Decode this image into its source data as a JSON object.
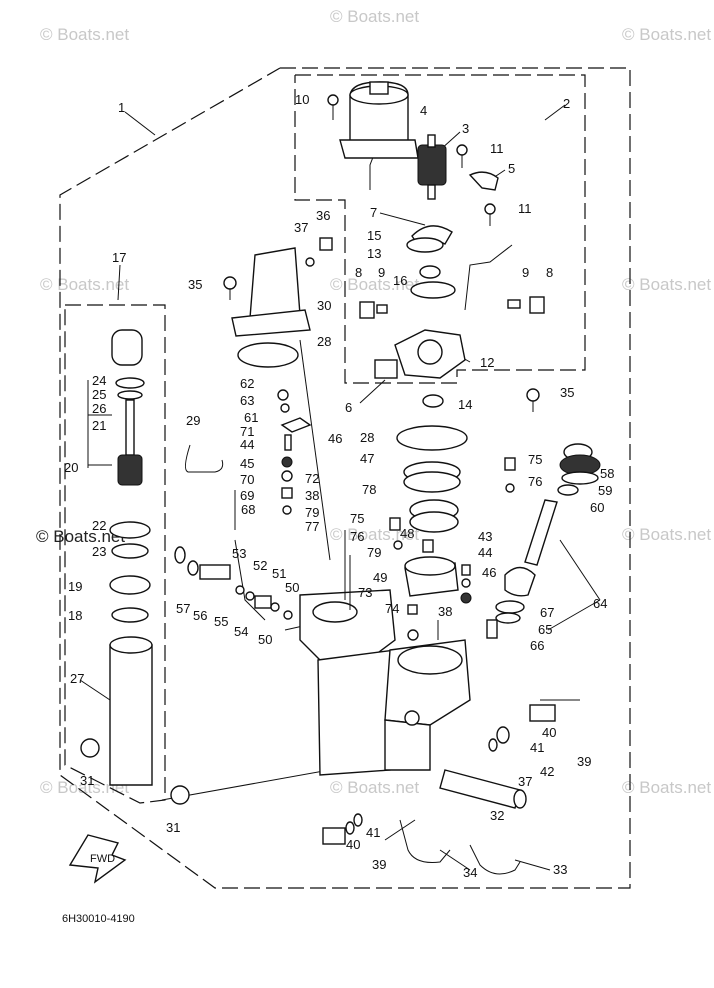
{
  "watermark": "© Boats.net",
  "drawing_code": "6H30010-4190",
  "fwd_label": "FWD",
  "callouts": [
    "1",
    "2",
    "3",
    "4",
    "5",
    "6",
    "7",
    "8",
    "8",
    "9",
    "9",
    "10",
    "11",
    "11",
    "12",
    "13",
    "14",
    "15",
    "16",
    "17",
    "18",
    "19",
    "20",
    "21",
    "22",
    "23",
    "24",
    "25",
    "26",
    "27",
    "28",
    "28",
    "29",
    "30",
    "31",
    "31",
    "32",
    "33",
    "34",
    "35",
    "35",
    "36",
    "37",
    "37",
    "38",
    "38",
    "39",
    "39",
    "40",
    "40",
    "41",
    "41",
    "42",
    "43",
    "44",
    "44",
    "45",
    "46",
    "46",
    "47",
    "48",
    "49",
    "50",
    "50",
    "51",
    "52",
    "53",
    "54",
    "55",
    "56",
    "57",
    "58",
    "59",
    "60",
    "61",
    "62",
    "63",
    "64",
    "65",
    "66",
    "67",
    "68",
    "69",
    "70",
    "71",
    "72",
    "73",
    "74",
    "75",
    "75",
    "76",
    "76",
    "77",
    "78",
    "79",
    "79"
  ]
}
